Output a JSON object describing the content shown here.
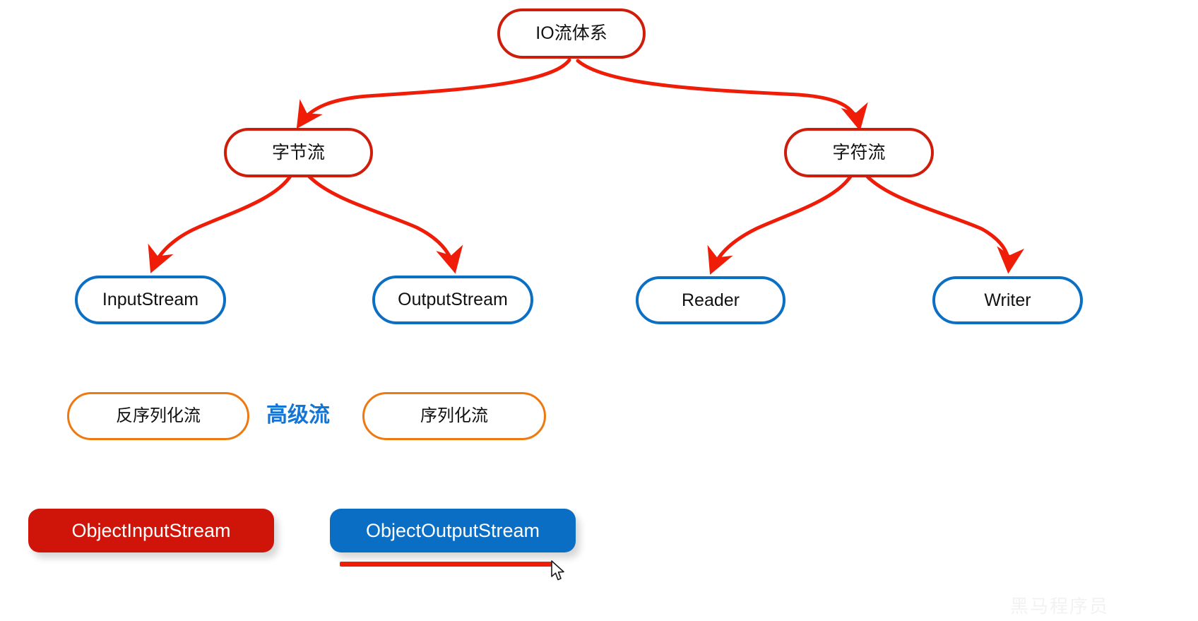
{
  "diagram": {
    "title_node": {
      "label": "IO流体系"
    },
    "level2": [
      {
        "label": "字节流"
      },
      {
        "label": "字符流"
      }
    ],
    "level3": [
      {
        "label": "InputStream"
      },
      {
        "label": "OutputStream"
      },
      {
        "label": "Reader"
      },
      {
        "label": "Writer"
      }
    ],
    "advanced_group": {
      "left_box": {
        "label": "反序列化流"
      },
      "center_label": {
        "label": "高级流"
      },
      "right_box": {
        "label": "序列化流"
      }
    },
    "pills": [
      {
        "label": "ObjectInputStream"
      },
      {
        "label": "ObjectOutputStream"
      }
    ],
    "watermark": {
      "label": "黑马程序员"
    },
    "colors": {
      "red_stroke": "#cf1d0b",
      "blue_stroke": "#0b6fc4",
      "orange_stroke": "#ee7910",
      "pill_red": "#cf1509",
      "pill_blue": "#0a6ec4",
      "highlight_blue": "#1375d6",
      "underline_red": "#f01e06",
      "background": "#ffffff"
    }
  }
}
